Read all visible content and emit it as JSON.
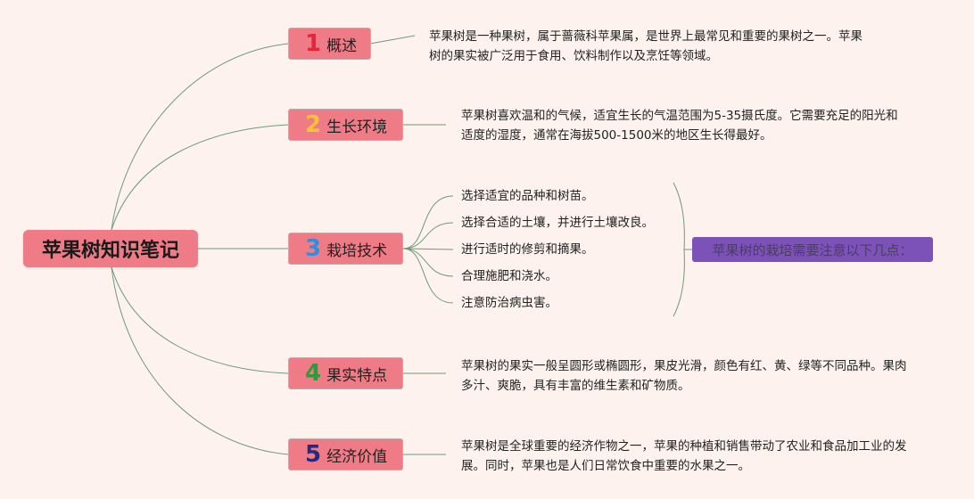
{
  "root": {
    "title": "苹果树知识笔记"
  },
  "branches": [
    {
      "number": "1",
      "number_color": "#e5253a",
      "label": "概述",
      "text": "苹果树是一种果树，属于蔷薇科苹果属，是世界上最常见和重要的果树之一。苹果树的果实被广泛用于食用、饮料制作以及烹饪等领域。"
    },
    {
      "number": "2",
      "number_color": "#f5c33a",
      "label": "生长环境",
      "text": "苹果树喜欢温和的气候，适宜生长的气温范围为5-35摄氏度。它需要充足的阳光和适度的湿度，通常在海拔500-1500米的地区生长得最好。"
    },
    {
      "number": "3",
      "number_color": "#2f8fde",
      "label": "栽培技术",
      "items": [
        "选择适宜的品种和树苗。",
        "选择合适的土壤，并进行土壤改良。",
        "进行适时的修剪和摘果。",
        "合理施肥和浇水。",
        "注意防治病虫害。"
      ],
      "summary": "苹果树的栽培需要注意以下几点："
    },
    {
      "number": "4",
      "number_color": "#2f9a3b",
      "label": "果实特点",
      "text": "苹果树的果实一般呈圆形或椭圆形，果皮光滑，颜色有红、黄、绿等不同品种。果肉多汁、爽脆，具有丰富的维生素和矿物质。"
    },
    {
      "number": "5",
      "number_color": "#232a82",
      "label": "经济价值",
      "text": "苹果树是全球重要的经济作物之一，苹果的种植和销售带动了农业和食品加工业的发展。同时，苹果也是人们日常饮食中重要的水果之一。"
    }
  ],
  "colors": {
    "background": "#fdf2ee",
    "node": "#ef7b86",
    "summary": "#7d52b8",
    "line": "#6f9a78"
  }
}
